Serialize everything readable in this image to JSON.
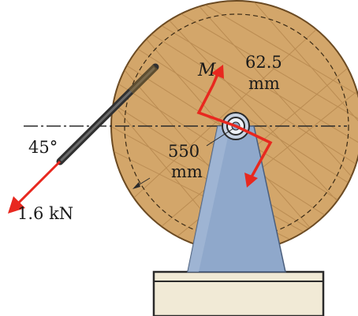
{
  "labels": {
    "moment": "M",
    "radius_value": "62.5",
    "radius_unit": "mm",
    "diameter_value": "550",
    "diameter_unit": "mm",
    "angle": "45°",
    "force": "1.6 kN"
  },
  "colors": {
    "wheel_fill": "#d3a66a",
    "wheel_grain": "#a7773f",
    "support_fill": "#8fa8cb",
    "base_fill": "#f1ead6",
    "arrow_red": "#e8281f",
    "rope": "#303030"
  }
}
